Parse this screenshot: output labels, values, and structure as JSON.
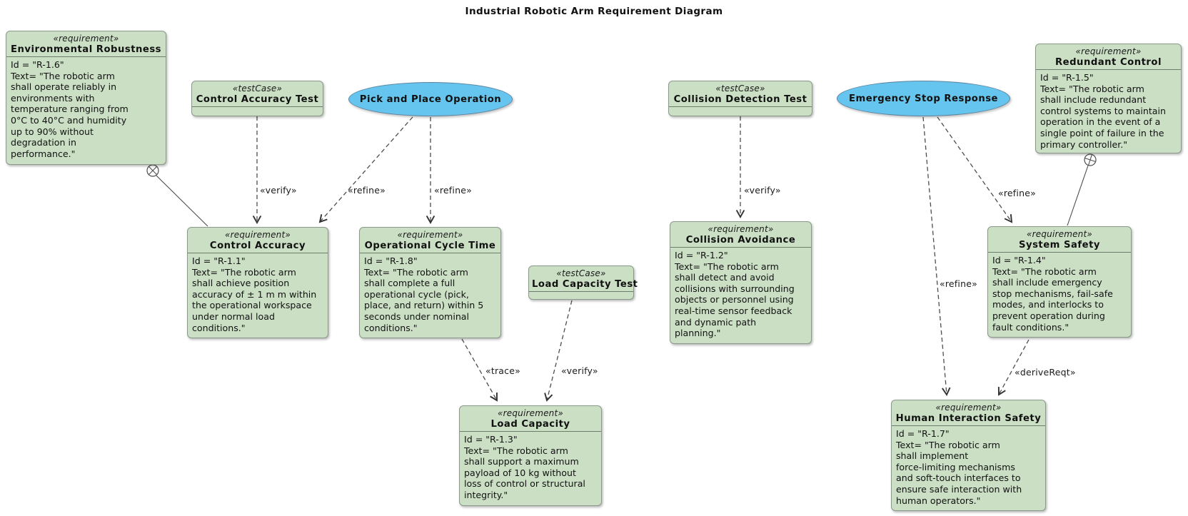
{
  "title": "Industrial Robotic Arm Requirement Diagram",
  "colors": {
    "node_fill": "#cbdfc5",
    "node_border": "#8a998a",
    "ellipse_fill": "#66c5ee",
    "ellipse_border": "#5b84a0",
    "edge": "#4d4d4d"
  },
  "nodes": {
    "environmental_robustness": {
      "stereotype": "«requirement»",
      "name": "Environmental Robustness",
      "id_line": "Id =  \"R-1.6\"",
      "text_line": "Text= \"The robotic arm\nshall operate reliably in\nenvironments with\ntemperature ranging from\n0°C to 40°C and humidity\nup to 90% without\ndegradation in\nperformance.\""
    },
    "control_accuracy_test": {
      "stereotype": "«testCase»",
      "name": "Control Accuracy Test"
    },
    "pick_and_place_operation": {
      "name": "Pick and Place Operation"
    },
    "collision_detection_test": {
      "stereotype": "«testCase»",
      "name": "Collision Detection Test"
    },
    "emergency_stop_response": {
      "name": "Emergency Stop Response"
    },
    "redundant_control": {
      "stereotype": "«requirement»",
      "name": "Redundant Control",
      "id_line": "Id =  \"R-1.5\"",
      "text_line": "Text= \"The robotic arm\nshall include redundant\ncontrol systems to maintain\noperation in the event of a\nsingle point of failure in the\nprimary controller.\""
    },
    "control_accuracy": {
      "stereotype": "«requirement»",
      "name": "Control Accuracy",
      "id_line": "Id =  \"R-1.1\"",
      "text_line": "Text= \"The robotic arm\nshall achieve position\naccuracy of ± 1 m m within\nthe operational workspace\nunder normal load\nconditions.\""
    },
    "operational_cycle_time": {
      "stereotype": "«requirement»",
      "name": "Operational Cycle Time",
      "id_line": "Id =  \"R-1.8\"",
      "text_line": "Text= \"The robotic arm\nshall complete a full\noperational cycle (pick,\nplace, and return) within 5\nseconds under nominal\nconditions.\""
    },
    "load_capacity_test": {
      "stereotype": "«testCase»",
      "name": "Load Capacity Test"
    },
    "collision_avoidance": {
      "stereotype": "«requirement»",
      "name": "Collision Avoidance",
      "id_line": "Id =  \"R-1.2\"",
      "text_line": "Text= \"The robotic arm\nshall detect and avoid\ncollisions with surrounding\nobjects or personnel using\nreal-time sensor feedback\nand dynamic path\nplanning.\""
    },
    "system_safety": {
      "stereotype": "«requirement»",
      "name": "System Safety",
      "id_line": "Id =  \"R-1.4\"",
      "text_line": "Text= \"The robotic arm\nshall include emergency\nstop mechanisms, fail-safe\nmodes, and interlocks to\nprevent operation during\nfault conditions.\""
    },
    "load_capacity": {
      "stereotype": "«requirement»",
      "name": "Load Capacity",
      "id_line": "Id =  \"R-1.3\"",
      "text_line": "Text= \"The robotic arm\nshall support a maximum\npayload of 10 kg without\nloss of control or structural\nintegrity.\""
    },
    "human_interaction_safety": {
      "stereotype": "«requirement»",
      "name": "Human Interaction Safety",
      "id_line": "Id =  \"R-1.7\"",
      "text_line": "Text= \"The robotic arm\nshall implement\nforce-limiting mechanisms\nand soft-touch interfaces to\nensure safe interaction with\nhuman operators.\""
    }
  },
  "edge_labels": {
    "verify_control_accuracy": "«verify»",
    "refine_control_accuracy": "«refine»",
    "refine_operational_cycle_time": "«refine»",
    "verify_collision_avoidance": "«verify»",
    "refine_system_safety": "«refine»",
    "refine_human_interaction_safety": "«refine»",
    "trace_load_capacity": "«trace»",
    "verify_load_capacity": "«verify»",
    "derive_reqt": "«deriveReqt»"
  }
}
